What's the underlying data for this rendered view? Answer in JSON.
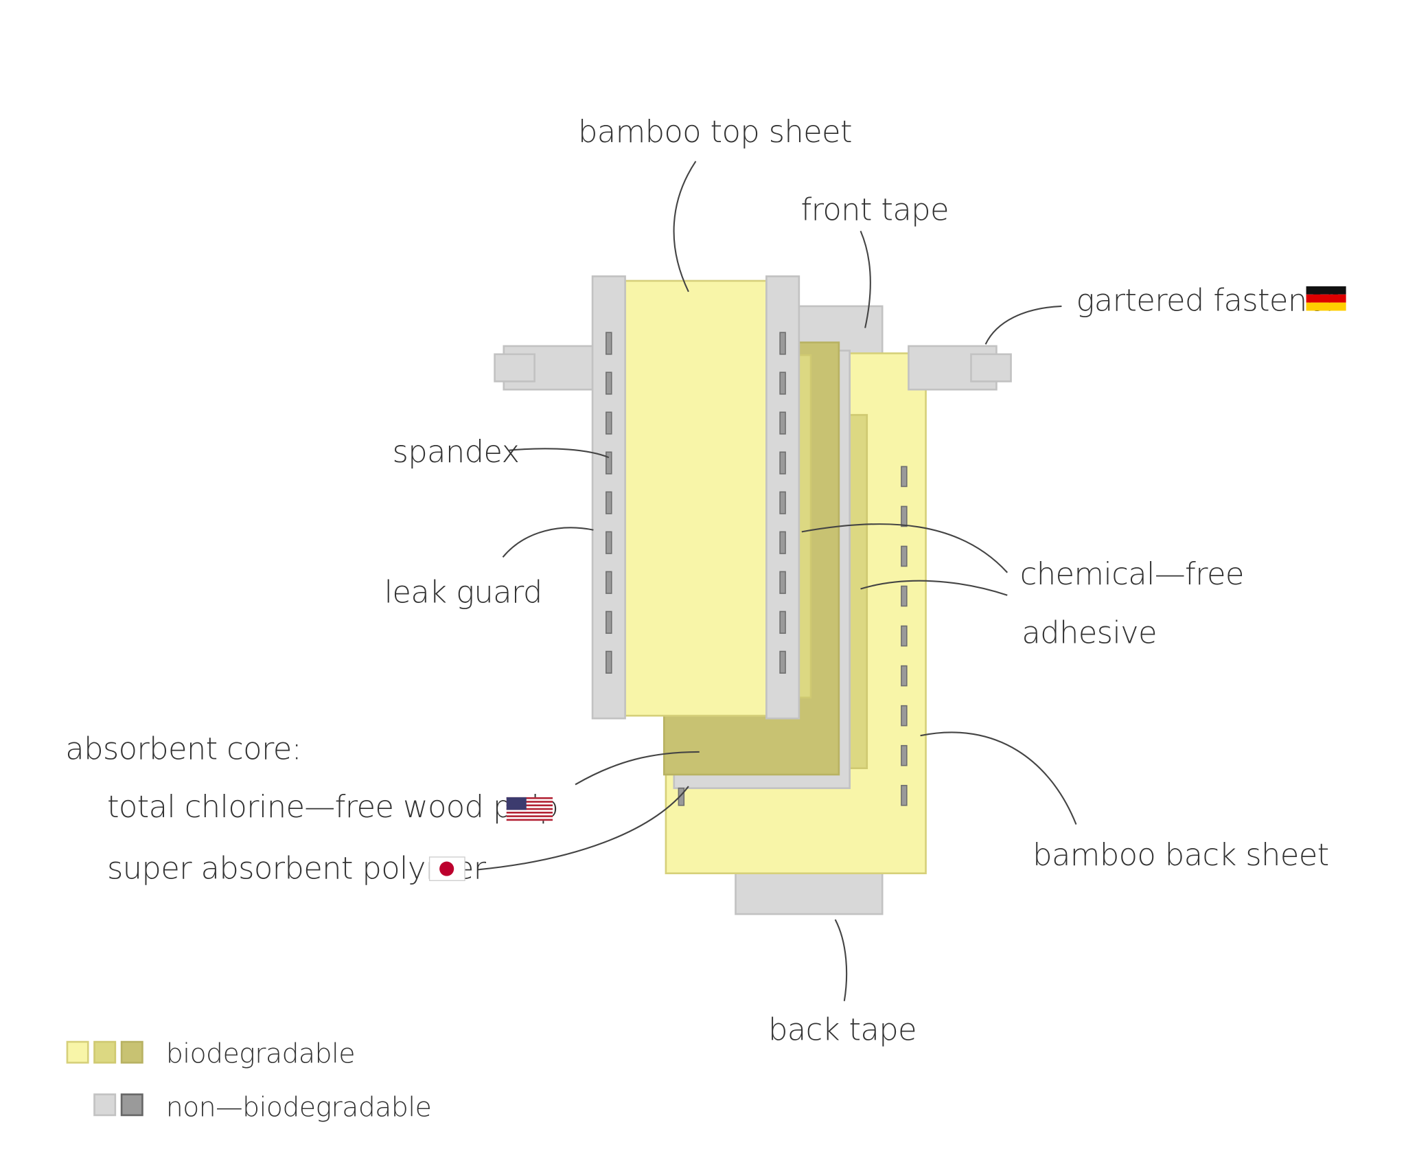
{
  "labels": {
    "top_sheet": "bamboo top sheet",
    "front_tape": "front tape",
    "fastener": "gartered fastener",
    "spandex": "spandex",
    "leak_guard": "leak guard",
    "adhesive_line1": "chemical—free",
    "adhesive_line2": "adhesive",
    "core_title": "absorbent core:",
    "wood_pulp": "total chlorine—free wood pulp",
    "sap": "super absorbent polymer",
    "back_sheet": "bamboo back sheet",
    "back_tape": "back tape"
  },
  "flags": {
    "fastener": "germany-flag",
    "wood_pulp": "usa-flag",
    "sap": "japan-flag"
  },
  "legend": [
    {
      "label": "biodegradable",
      "colors": [
        "#f8f5a8",
        "#dcd882",
        "#c8c272"
      ]
    },
    {
      "label": "non—biodegradable",
      "colors": [
        "#d8d8d8",
        "#9a9a9a"
      ]
    }
  ]
}
